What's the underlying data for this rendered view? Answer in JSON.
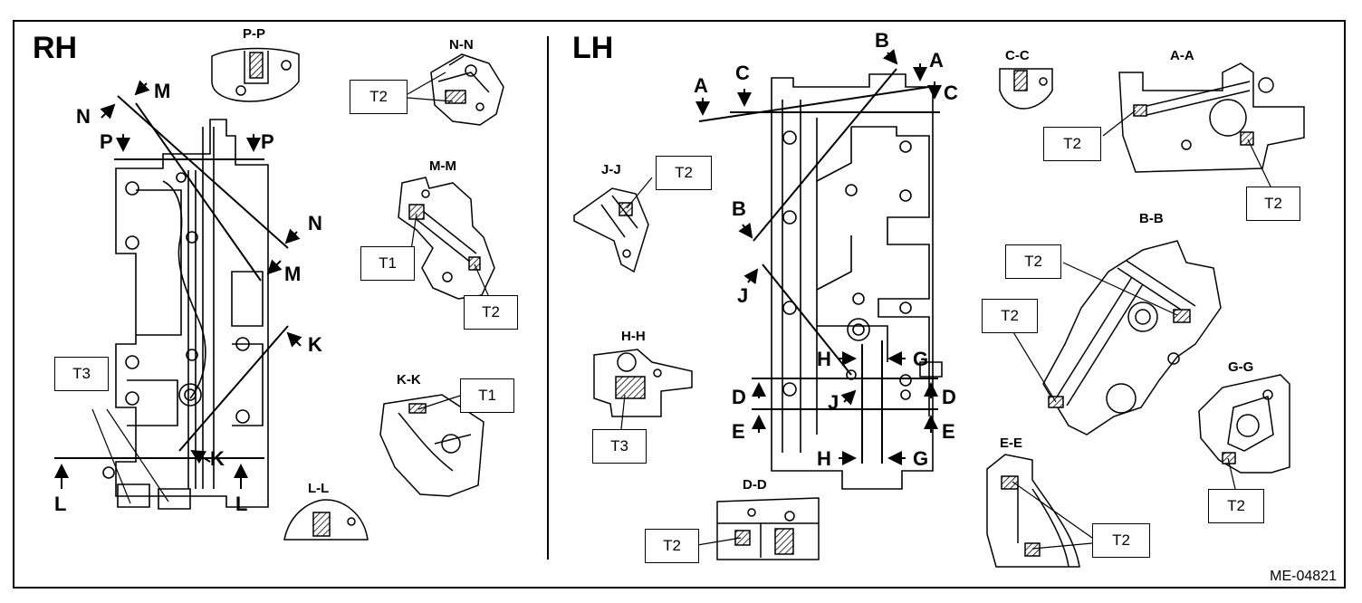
{
  "sides": {
    "rh": "RH",
    "lh": "LH"
  },
  "figure_code": "ME-04821",
  "sections": {
    "pp": "P-P",
    "nn": "N-N",
    "mm": "M-M",
    "kk": "K-K",
    "ll": "L-L",
    "cc": "C-C",
    "aa": "A-A",
    "jj": "J-J",
    "bb": "B-B",
    "hh": "H-H",
    "gg": "G-G",
    "ee": "E-E",
    "dd": "D-D"
  },
  "cut_letters": {
    "rh_n1": "N",
    "rh_m1": "M",
    "rh_p_left": "P",
    "rh_p_right": "P",
    "rh_n2": "N",
    "rh_m2": "M",
    "rh_k1": "K",
    "rh_k2": "K",
    "rh_l_left": "L",
    "rh_l_right": "L",
    "lh_b1": "B",
    "lh_a1": "A",
    "lh_c1": "C",
    "lh_a2": "A",
    "lh_c2": "C",
    "lh_b2": "B",
    "lh_j1": "J",
    "lh_h1": "H",
    "lh_g1": "G",
    "lh_d_left": "D",
    "lh_d_right": "D",
    "lh_j2": "J",
    "lh_e_left": "E",
    "lh_e_right": "E",
    "lh_h2": "H",
    "lh_g2": "G"
  },
  "torque_labels": {
    "t2_nn": "T2",
    "t1_mm": "T1",
    "t2_mm": "T2",
    "t1_kk": "T1",
    "t3_rh": "T3",
    "t2_jj": "T2",
    "t3_hh": "T3",
    "t2_dd": "T2",
    "t2_aa_left": "T2",
    "t2_aa_right": "T2",
    "t2_bb_top": "T2",
    "t2_bb_left": "T2",
    "t2_gg": "T2",
    "t2_ee": "T2"
  }
}
